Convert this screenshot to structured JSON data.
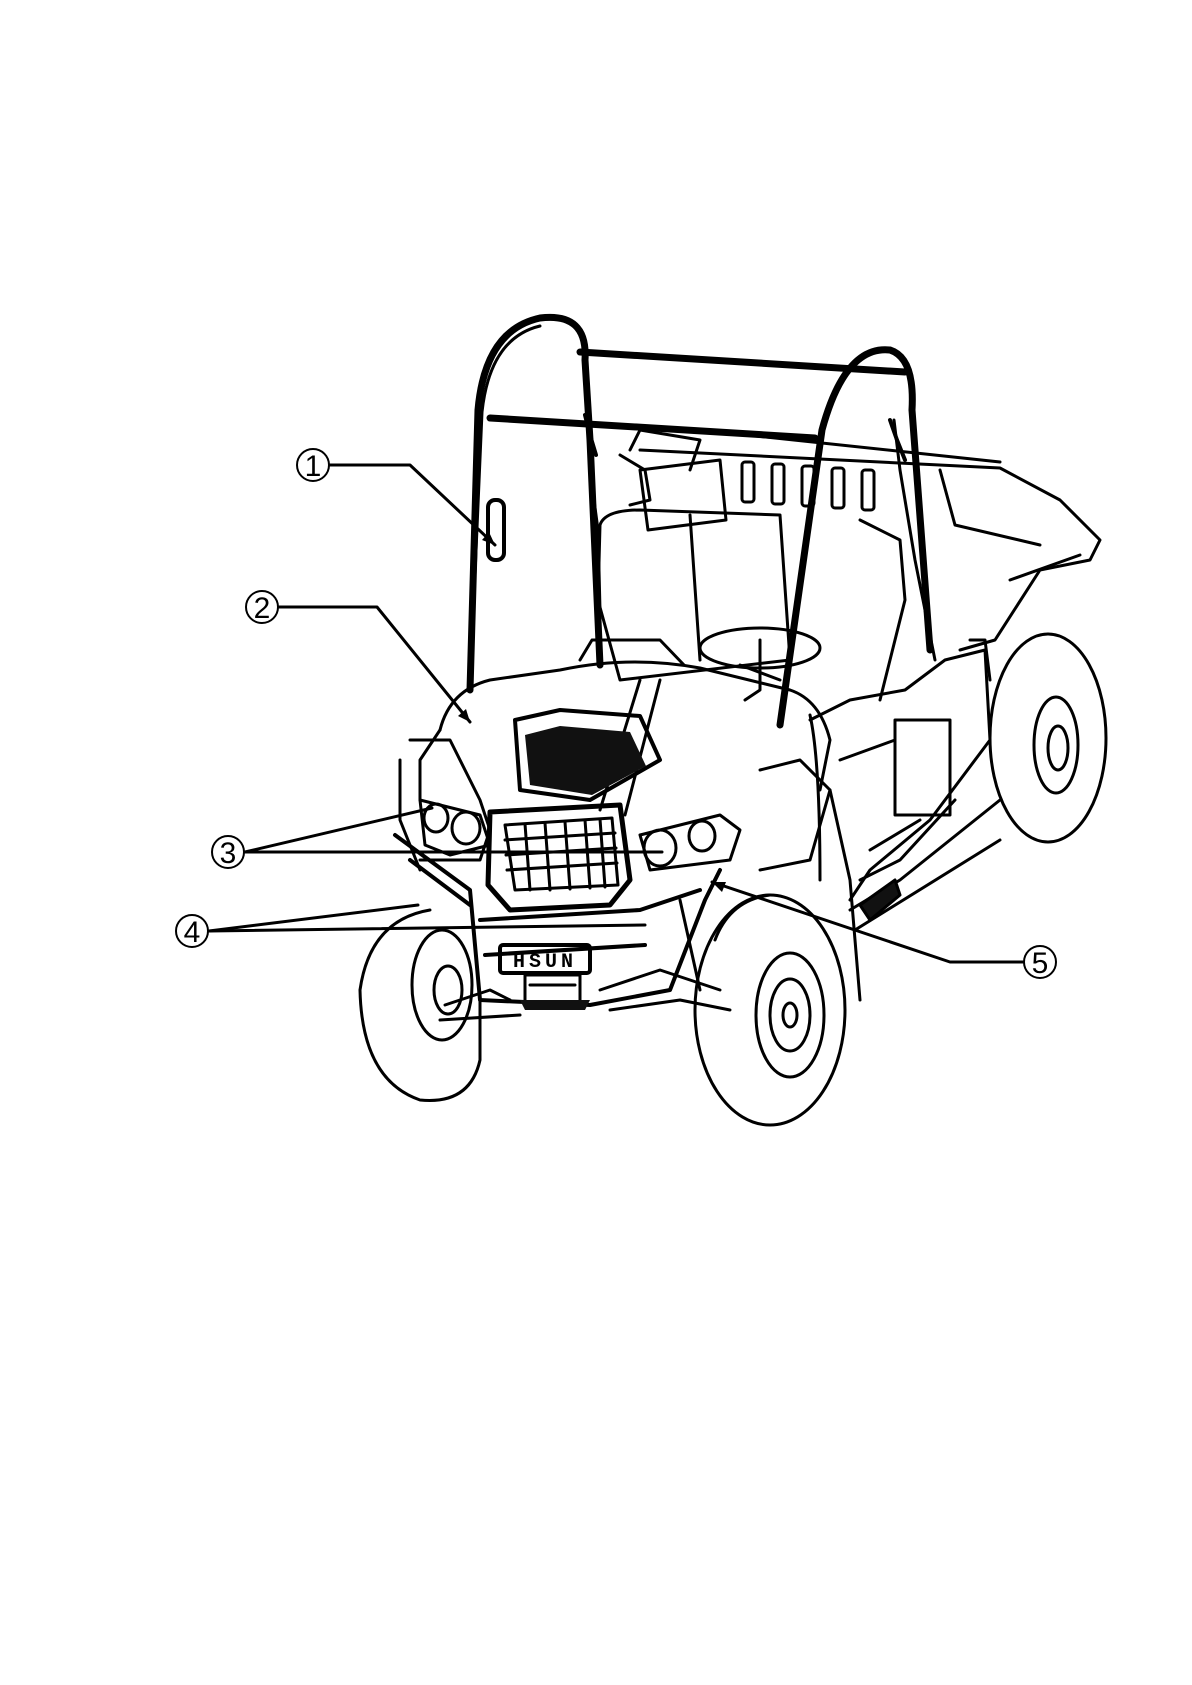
{
  "diagram": {
    "callouts": [
      {
        "number": "1"
      },
      {
        "number": "2"
      },
      {
        "number": "3"
      },
      {
        "number": "4"
      },
      {
        "number": "5"
      }
    ],
    "plate_text": "HSUN",
    "line_color": "#000000",
    "background_color": "#ffffff"
  }
}
